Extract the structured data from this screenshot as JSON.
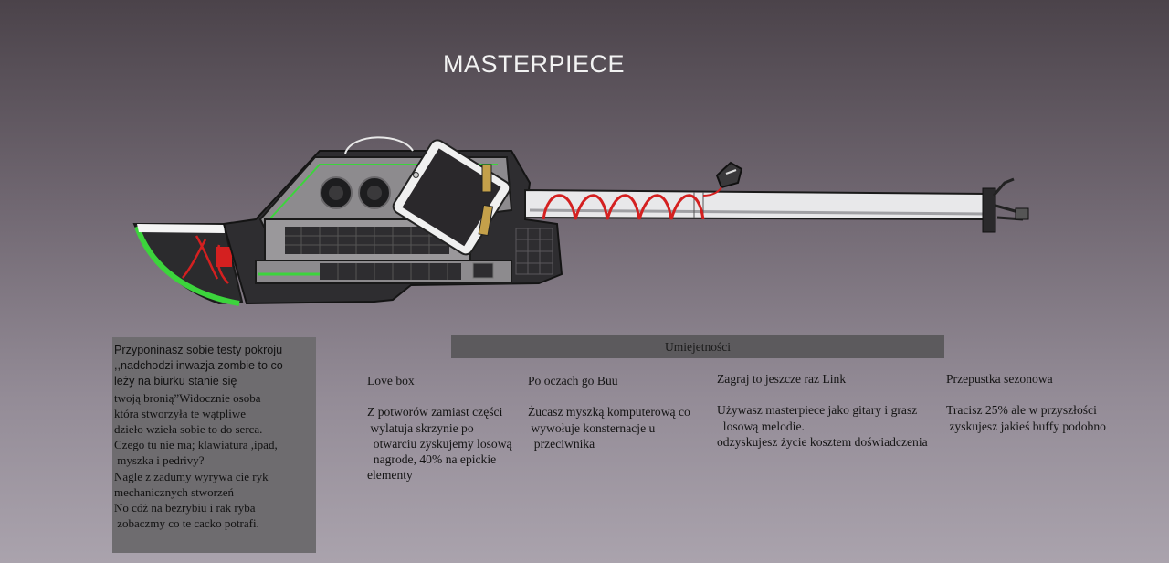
{
  "title": "MASTERPIECE",
  "story": {
    "lines": [
      "Przyponinasz sobie testy pokroju",
      ",,nadchodzi inwazja zombie to co",
      "leży na biurku stanie się",
      "twoją bronią”Widocznie osoba",
      "która stworzyła te wątpliwe",
      "dzieło wzieła sobie to do serca.",
      "Czego tu nie ma; klawiatura ,ipad,",
      " myszka i pedrivy?",
      "Nagle z zadumy wyrywa cie ryk",
      "mechanicznych stworzeń",
      "No cóż na bezrybiu i rak ryba",
      " zobaczmy co te cacko potrafi."
    ]
  },
  "skills": {
    "header": "Umiejetności",
    "items": [
      {
        "name": "Love box",
        "desc": [
          "Z potworów zamiast części",
          " wylatuja skrzynie po",
          "  otwarciu zyskujemy losową",
          "  nagrode, 40% na epickie",
          "elementy"
        ]
      },
      {
        "name": "Po oczach go Buu",
        "desc": [
          "Żucasz myszką komputerową co",
          " wywołuje konsternacje u",
          "  przeciwnika"
        ]
      },
      {
        "name": "Zagraj to jeszcze raz Link",
        "desc": [
          "Używasz masterpiece jako gitary i grasz",
          "  losową melodie.",
          "odzyskujesz życie kosztem doświadczenia"
        ]
      },
      {
        "name": "Przepustka sezonowa",
        "desc": [
          "Tracisz 25% ale w przyszłości",
          " zyskujesz jakieś buffy podobno"
        ]
      }
    ]
  },
  "colors": {
    "accent_green": "#3cd43c",
    "cable_red": "#d42020",
    "barrel": "#e8e8ea"
  }
}
